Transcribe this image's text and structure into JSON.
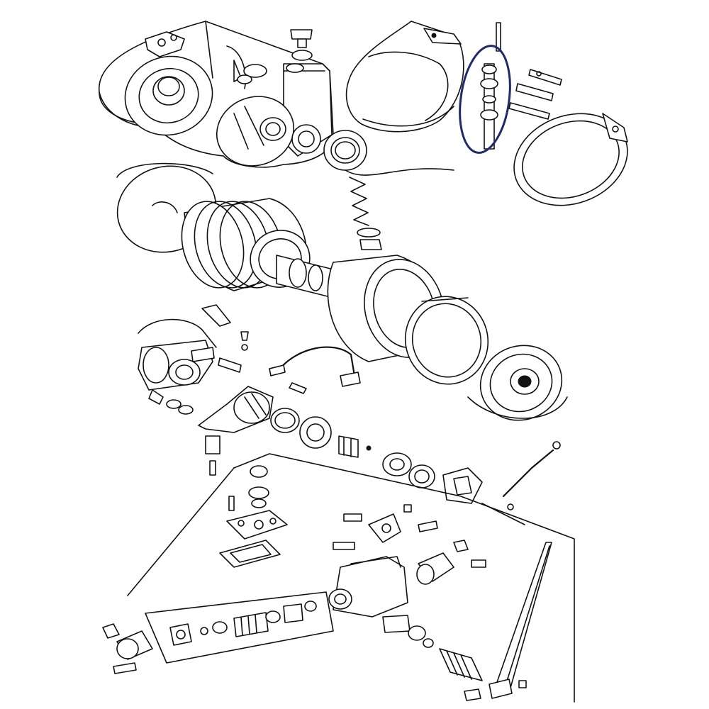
{
  "diagram": {
    "kind": "exploded-parts-drawing",
    "line_color": "#111111",
    "background": "#ffffff",
    "highlight": {
      "shape": "ellipse",
      "color": "#1f2a6b",
      "encloses": "shaft-pin-part"
    },
    "assemblies": [
      "gear-housing",
      "brake-band",
      "winch-drum",
      "clutch-assembly",
      "brake-drum",
      "control-valve-assembly",
      "control-lever"
    ]
  }
}
